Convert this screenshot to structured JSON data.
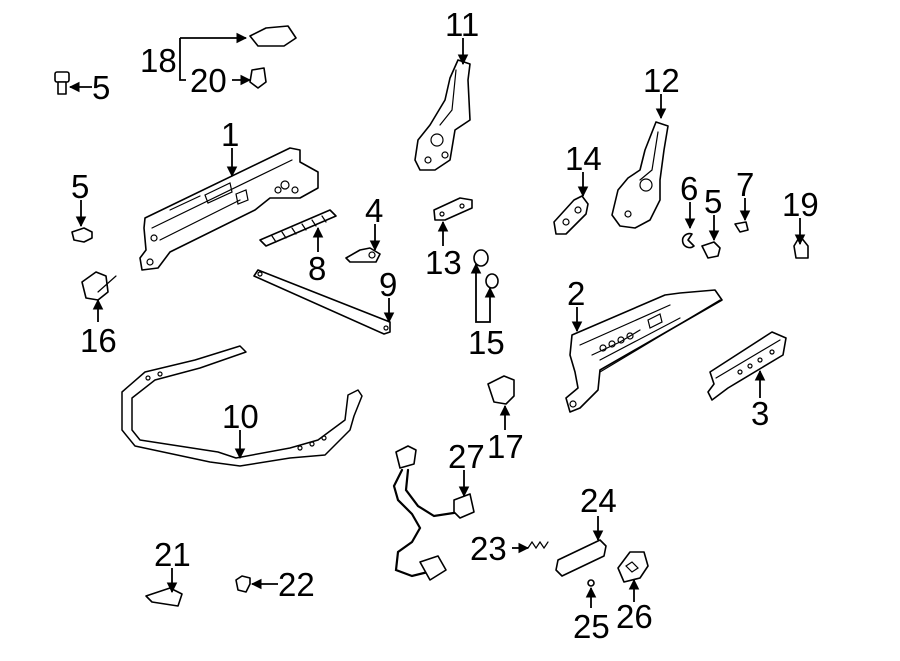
{
  "callouts": [
    {
      "id": "1",
      "label": "1"
    },
    {
      "id": "2",
      "label": "2"
    },
    {
      "id": "3",
      "label": "3"
    },
    {
      "id": "4",
      "label": "4"
    },
    {
      "id": "5a",
      "label": "5"
    },
    {
      "id": "5b",
      "label": "5"
    },
    {
      "id": "5c",
      "label": "5"
    },
    {
      "id": "6",
      "label": "6"
    },
    {
      "id": "7",
      "label": "7"
    },
    {
      "id": "8",
      "label": "8"
    },
    {
      "id": "9",
      "label": "9"
    },
    {
      "id": "10",
      "label": "10"
    },
    {
      "id": "11",
      "label": "11"
    },
    {
      "id": "12",
      "label": "12"
    },
    {
      "id": "13",
      "label": "13"
    },
    {
      "id": "14",
      "label": "14"
    },
    {
      "id": "15",
      "label": "15"
    },
    {
      "id": "16",
      "label": "16"
    },
    {
      "id": "17",
      "label": "17"
    },
    {
      "id": "18",
      "label": "18"
    },
    {
      "id": "19",
      "label": "19"
    },
    {
      "id": "20",
      "label": "20"
    },
    {
      "id": "21",
      "label": "21"
    },
    {
      "id": "22",
      "label": "22"
    },
    {
      "id": "23",
      "label": "23"
    },
    {
      "id": "24",
      "label": "24"
    },
    {
      "id": "25",
      "label": "25"
    },
    {
      "id": "26",
      "label": "26"
    },
    {
      "id": "27",
      "label": "27"
    }
  ]
}
